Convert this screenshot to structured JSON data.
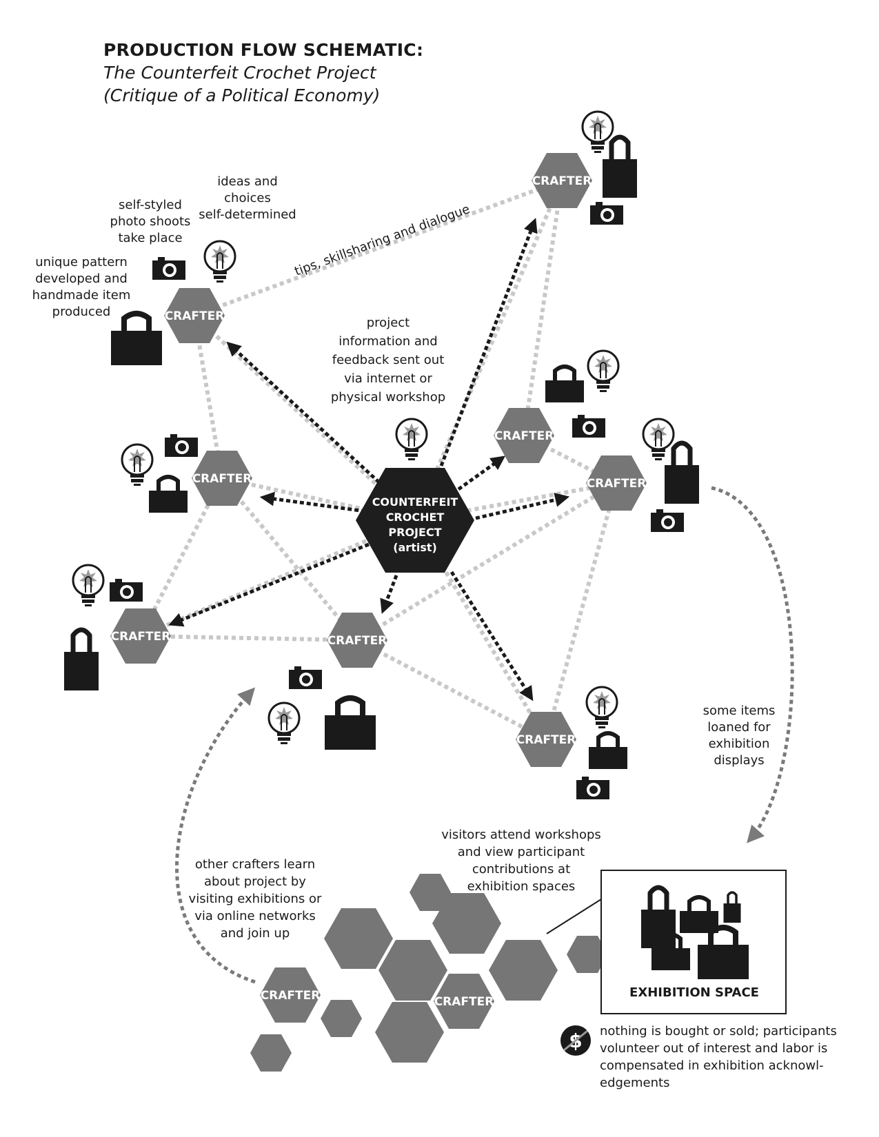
{
  "title": "PRODUCTION FLOW SCHEMATIC:",
  "subtitle_line1": "The Counterfeit Crochet Project",
  "subtitle_line2": "(Critique of a Political Economy)",
  "center_node": {
    "line1": "COUNTERFEIT",
    "line2": "CROCHET",
    "line3": "PROJECT",
    "line4": "(artist)"
  },
  "crafter_label": "CRAFTER",
  "edge_label": "tips, skillsharing and dialogue",
  "annotations": {
    "unique_pattern": [
      "unique pattern",
      "developed and",
      "handmade item",
      "produced"
    ],
    "photo_shoots": [
      "self-styled",
      "photo shoots",
      "take place"
    ],
    "ideas_choices": [
      "ideas and",
      "choices",
      "self-determined"
    ],
    "project_info": [
      "project",
      "information and",
      "feedback sent out",
      "via internet or",
      "physical workshop"
    ],
    "items_loaned": [
      "some items",
      "loaned for",
      "exhibition",
      "displays"
    ],
    "visitors": [
      "visitors attend workshops",
      "and view participant",
      "contributions at",
      "exhibition spaces"
    ],
    "other_crafters": [
      "other crafters learn",
      "about project by",
      "visiting exhibitions or",
      "via online networks",
      "and join up"
    ]
  },
  "exhibition_label": "EXHIBITION SPACE",
  "footnote": [
    "nothing is bought or sold; participants",
    "volunteer out of interest and labor is",
    "compensated in exhibition acknowl-",
    "edgements"
  ],
  "colors": {
    "hex_gray": "#767676",
    "hex_dark": "#1e1e1e",
    "network_line": "#c8c8c8",
    "icon_black": "#1a1a1a"
  }
}
